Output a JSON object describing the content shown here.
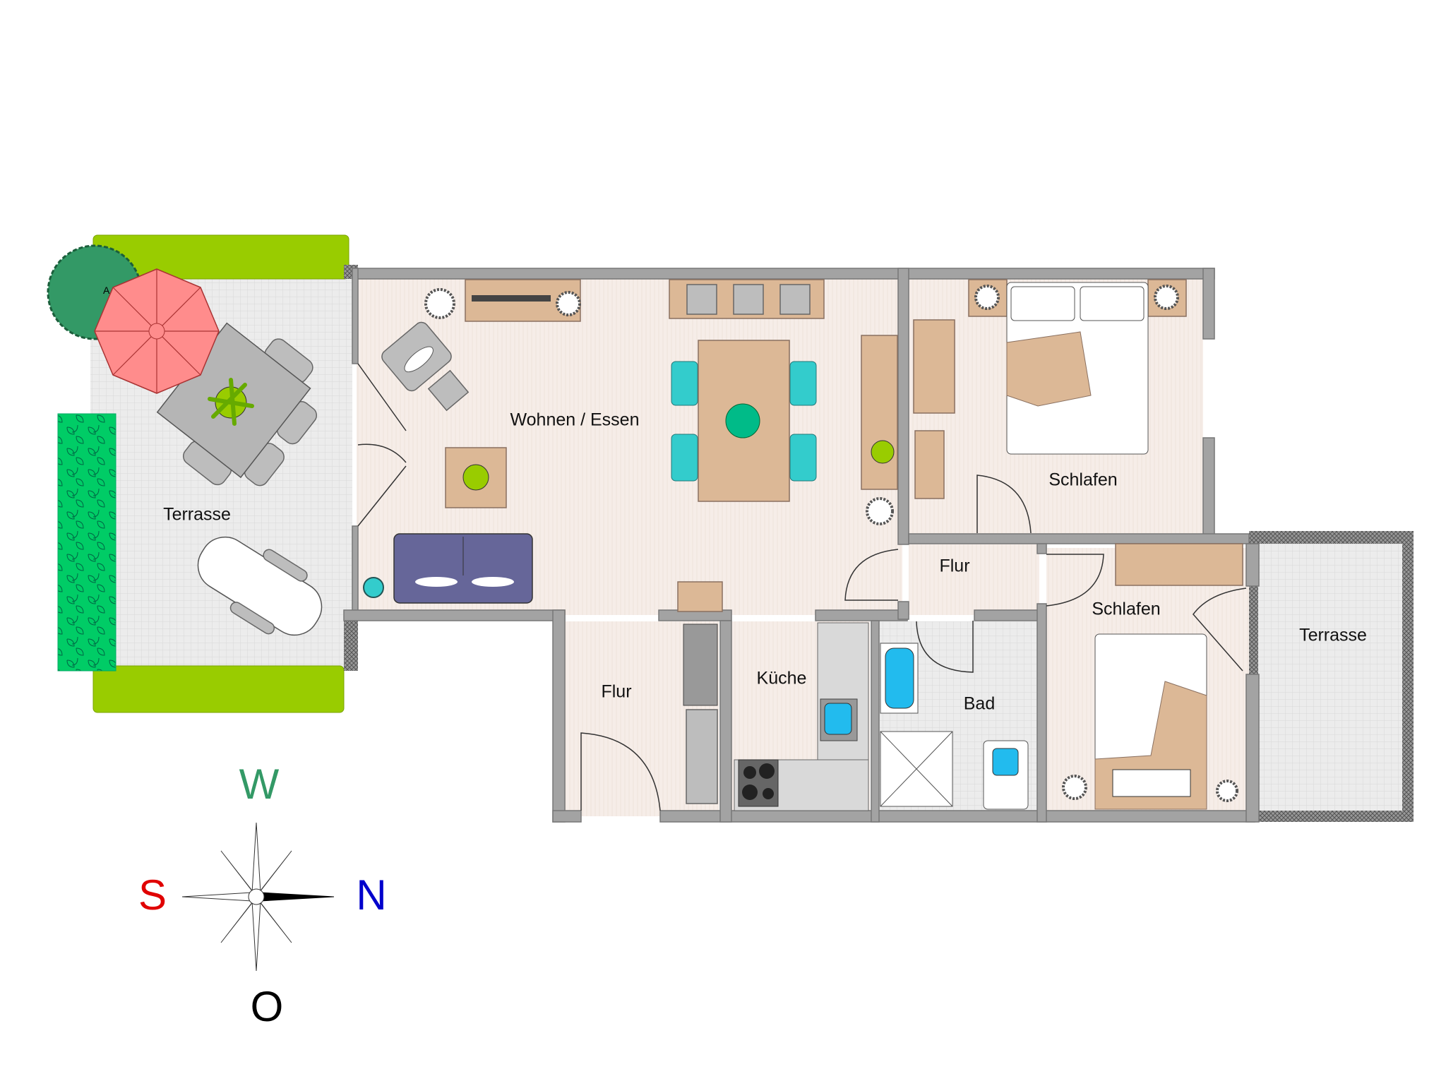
{
  "plan": {
    "rooms": {
      "terrace_west": "Terrasse",
      "living_dining": "Wohnen / Essen",
      "bedroom_1": "Schlafen",
      "hall_upper": "Flur",
      "bedroom_2": "Schlafen",
      "terrace_east": "Terrasse",
      "hall_lower": "Flur",
      "kitchen": "Küche",
      "bathroom": "Bad"
    },
    "tree_label": "A"
  },
  "compass": {
    "top": "W",
    "left": "S",
    "right": "N",
    "bottom": "O",
    "colors": {
      "W": "#339966",
      "S": "#e00000",
      "N": "#0000cc",
      "O": "#000000"
    }
  },
  "colors": {
    "wall": "#a3a3a3",
    "floor": "#f6ede8",
    "hedge": "#99cc00",
    "umbrella": "#ff8c8c",
    "sofa": "#666699",
    "chairs": "#33cccc",
    "wood": "#dcb896"
  }
}
